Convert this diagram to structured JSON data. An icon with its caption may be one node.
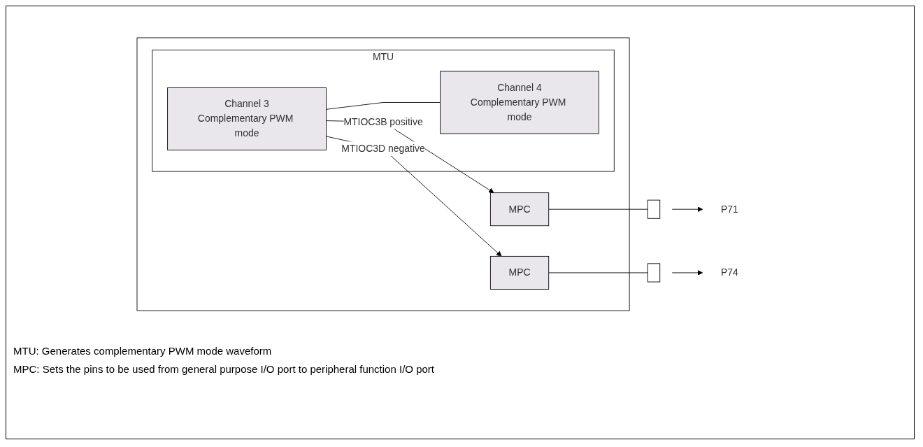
{
  "diagram": {
    "nodes": [
      {
        "text": [],
        "shape": "box"
      },
      {
        "text": [
          "MTU"
        ],
        "in": 0
      },
      {
        "text": [
          "Channel 3",
          "Complementary PWM mode"
        ],
        "in": 1
      },
      {
        "text": [
          "Channel 4",
          "Complementary PWM mode"
        ],
        "in": 1
      },
      {
        "text": [
          "MPC"
        ],
        "in": 0
      },
      {
        "text": [],
        "shape": "box"
      },
      {
        "text": [
          "P71"
        ]
      },
      {
        "text": [
          "MPC"
        ],
        "in": 0
      },
      {
        "text": [],
        "shape": "box"
      },
      {
        "text": [
          "P74"
        ]
      }
    ],
    "edges": [
      {
        "from": 2,
        "to": 3,
        "arrow": "none"
      },
      {
        "from": 2,
        "to": 4,
        "arrow": "to",
        "label": "MTIOC3B positive"
      },
      {
        "from": 4,
        "to": 5,
        "arrow": "none"
      },
      {
        "from": 5,
        "to": 6,
        "arrow": "to"
      },
      {
        "from": 2,
        "to": 7,
        "arrow": "to",
        "label": "MTIOC3D negative"
      },
      {
        "from": 7,
        "to": 8,
        "arrow": "none"
      },
      {
        "from": 8,
        "to": 9,
        "arrow": "to"
      }
    ],
    "labels": [
      "MTU: Generates complementary PWM mode waveform",
      "MPC: Sets the pins to be used from general purpose I/O port to peripheral function I/O port"
    ]
  }
}
